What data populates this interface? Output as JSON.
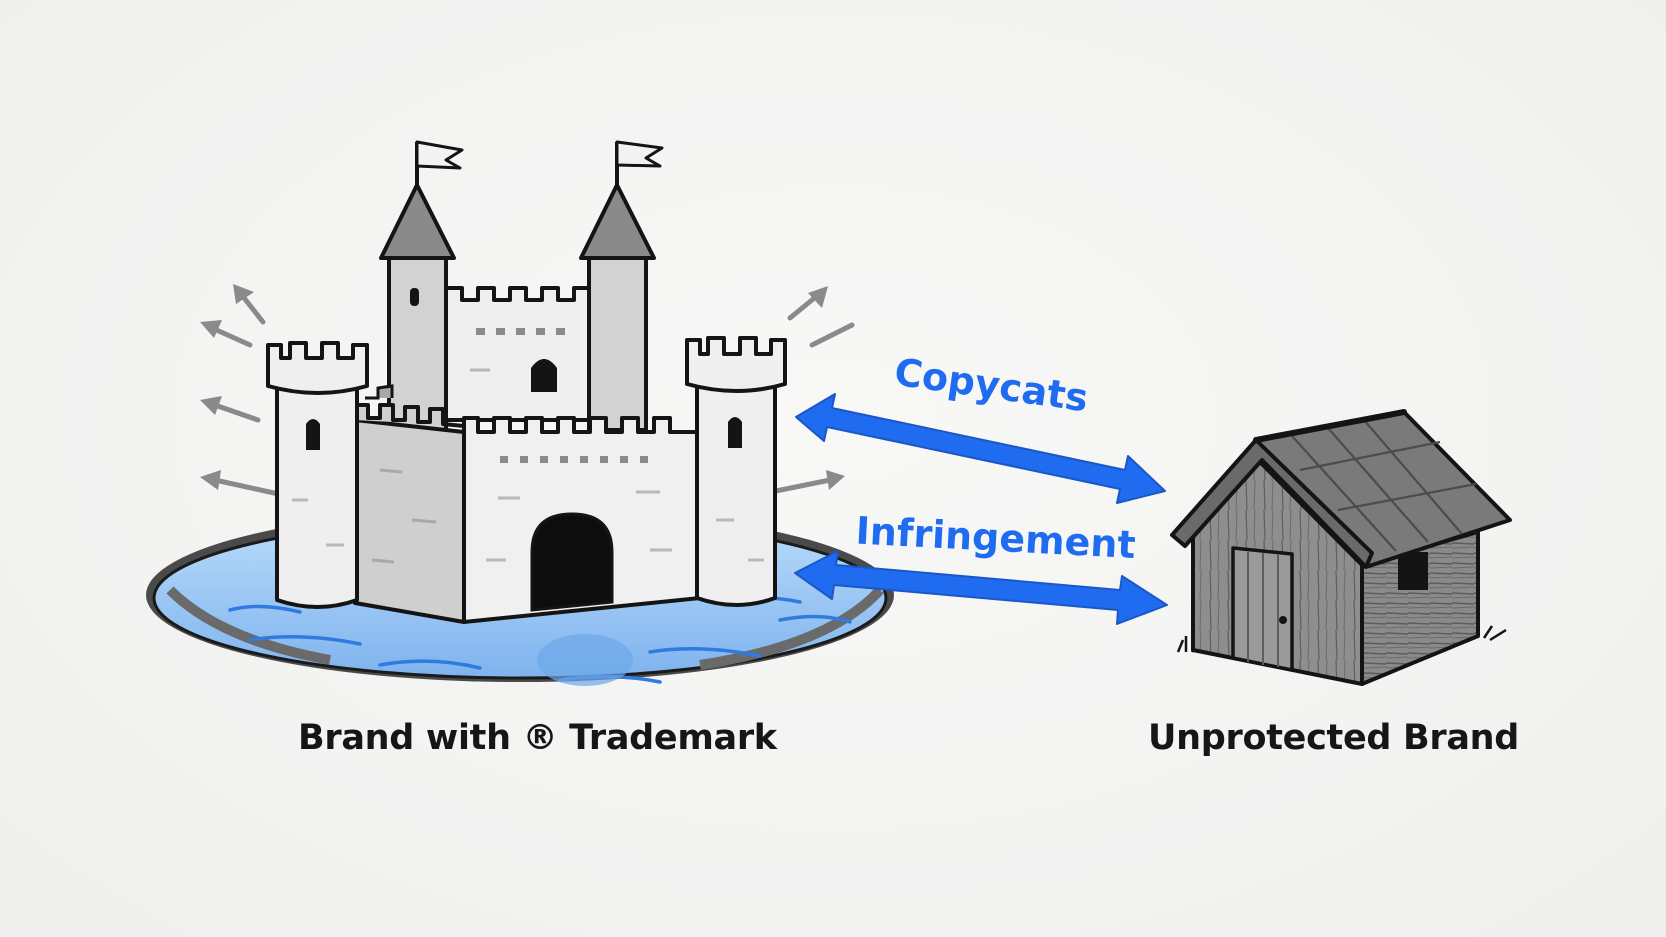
{
  "labels": {
    "protected_brand": "Brand with ® Trademark",
    "unprotected_brand": "Unprotected Brand",
    "arrow_top": "Copycats",
    "arrow_bottom": "Infringement"
  },
  "colors": {
    "arrow_blue": "#1f6cf0",
    "moat_blue": "#9cc8f4",
    "deflect_gray": "#8a8a8a",
    "shed_gray": "#6e6e6e"
  },
  "icons": {
    "castle": "castle-icon",
    "shed": "shed-icon"
  }
}
